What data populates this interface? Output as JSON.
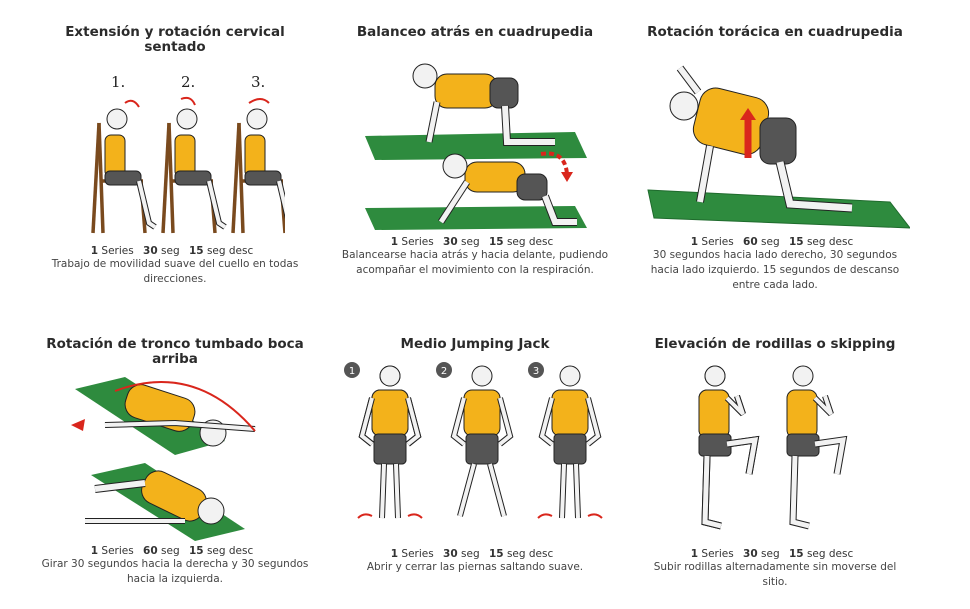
{
  "exercises": [
    {
      "title": "Extensión y rotación cervical sentado",
      "steps": [
        "1.",
        "2.",
        "3."
      ],
      "series": "1",
      "series_label": "Series",
      "work": "30",
      "work_label": "seg",
      "rest": "15",
      "rest_label": "seg desc",
      "description": "Trabajo de movilidad suave del cuello en todas direcciones."
    },
    {
      "title": "Balanceo atrás en cuadrupedia",
      "series": "1",
      "series_label": "Series",
      "work": "30",
      "work_label": "seg",
      "rest": "15",
      "rest_label": "seg desc",
      "description": "Balancearse hacia atrás y hacia delante, pudiendo acompañar el movimiento con la respiración."
    },
    {
      "title": "Rotación torácica en cuadrupedia",
      "series": "1",
      "series_label": "Series",
      "work": "60",
      "work_label": "seg",
      "rest": "15",
      "rest_label": "seg desc",
      "description": "30 segundos hacia lado derecho, 30 segundos hacia lado izquierdo. 15 segundos de descanso entre cada lado."
    },
    {
      "title": "Rotación de tronco tumbado boca arriba",
      "series": "1",
      "series_label": "Series",
      "work": "60",
      "work_label": "seg",
      "rest": "15",
      "rest_label": "seg desc",
      "description": "Girar 30 segundos hacia la derecha y 30 segundos hacia la izquierda."
    },
    {
      "title": "Medio Jumping Jack",
      "steps": [
        "1",
        "2",
        "3"
      ],
      "series": "1",
      "series_label": "Series",
      "work": "30",
      "work_label": "seg",
      "rest": "15",
      "rest_label": "seg desc",
      "description": "Abrir y cerrar las piernas saltando suave."
    },
    {
      "title": "Elevación de rodillas o skipping",
      "series": "1",
      "series_label": "Series",
      "work": "30",
      "work_label": "seg",
      "rest": "15",
      "rest_label": "seg desc",
      "description": "Subir rodillas alternadamente sin moverse del sitio."
    }
  ],
  "colors": {
    "shirt": "#f3b21b",
    "shorts": "#555555",
    "mat": "#2e8b3e",
    "arrow": "#d9261c",
    "skin": "#f2f2f2"
  }
}
